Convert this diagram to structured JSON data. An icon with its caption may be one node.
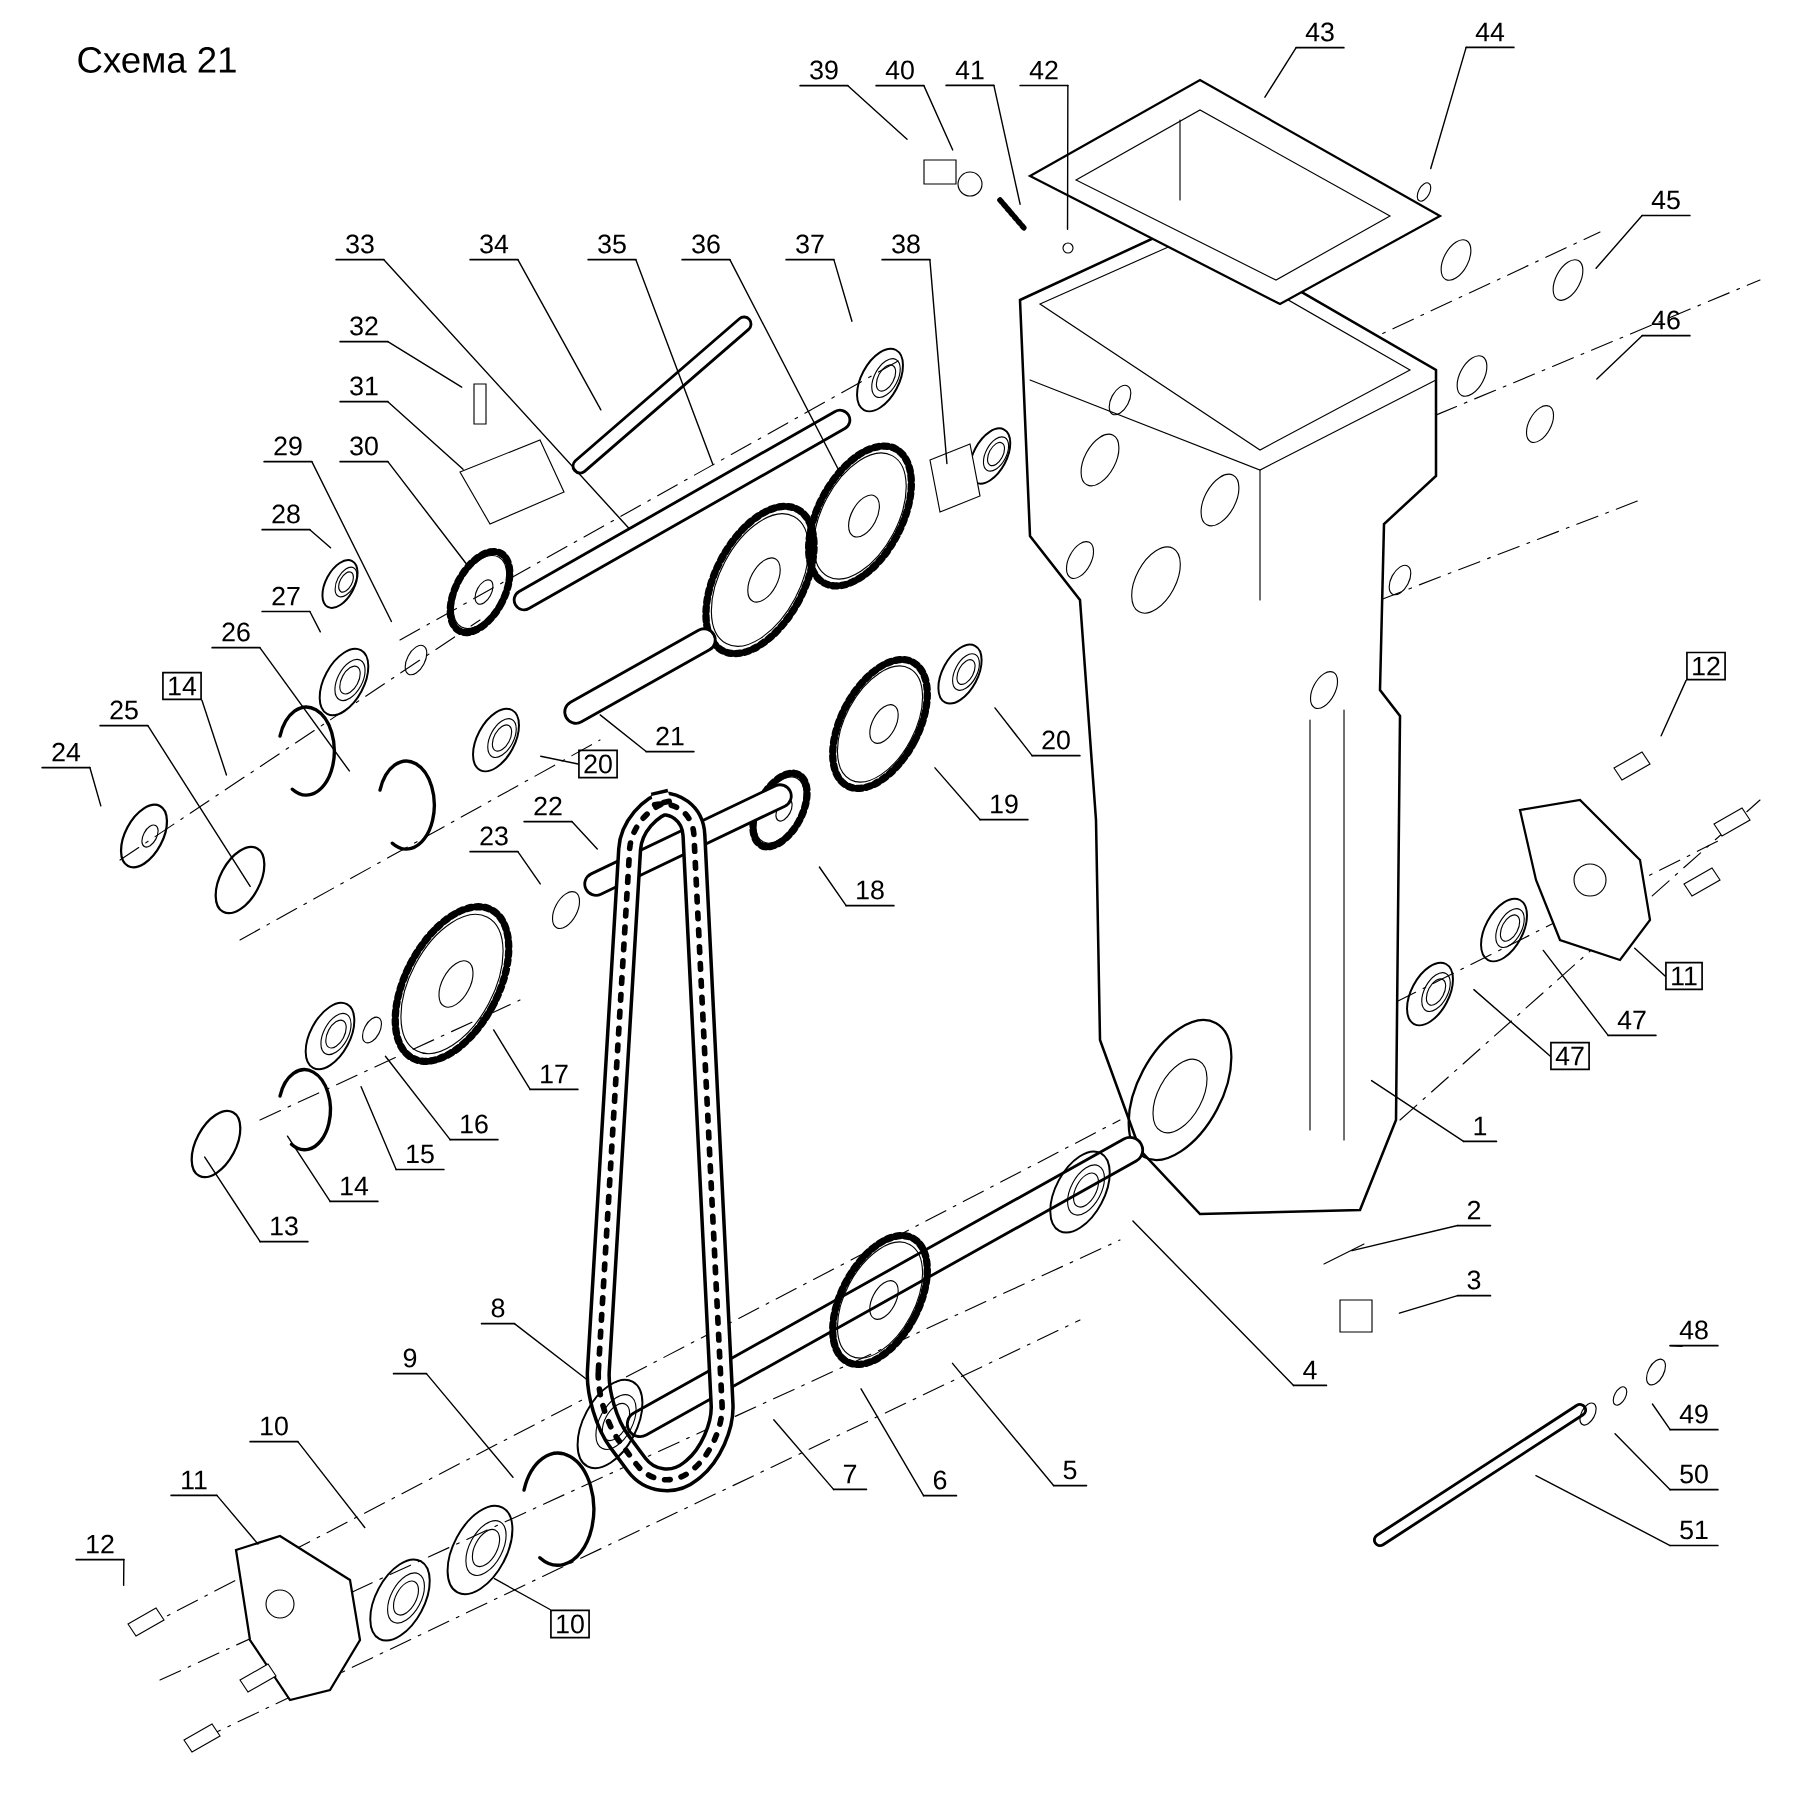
{
  "diagram": {
    "title": "Схема 21",
    "nodes": [
      {
        "text": [
          "1"
        ]
      },
      {
        "text": [
          "2"
        ]
      },
      {
        "text": [
          "3"
        ]
      },
      {
        "text": [
          "4"
        ]
      },
      {
        "text": [
          "5"
        ]
      },
      {
        "text": [
          "6"
        ]
      },
      {
        "text": [
          "7"
        ]
      },
      {
        "text": [
          "8"
        ]
      },
      {
        "text": [
          "9"
        ]
      },
      {
        "text": [
          "10"
        ]
      },
      {
        "text": [
          "10"
        ]
      },
      {
        "text": [
          "11"
        ]
      },
      {
        "text": [
          "11"
        ]
      },
      {
        "text": [
          "12"
        ]
      },
      {
        "text": [
          "12"
        ]
      },
      {
        "text": [
          "13"
        ]
      },
      {
        "text": [
          "14"
        ]
      },
      {
        "text": [
          "14"
        ]
      },
      {
        "text": [
          "15"
        ]
      },
      {
        "text": [
          "16"
        ]
      },
      {
        "text": [
          "17"
        ]
      },
      {
        "text": [
          "18"
        ]
      },
      {
        "text": [
          "19"
        ]
      },
      {
        "text": [
          "20"
        ]
      },
      {
        "text": [
          "20"
        ]
      },
      {
        "text": [
          "21"
        ]
      },
      {
        "text": [
          "22"
        ]
      },
      {
        "text": [
          "23"
        ]
      },
      {
        "text": [
          "24"
        ]
      },
      {
        "text": [
          "25"
        ]
      },
      {
        "text": [
          "26"
        ]
      },
      {
        "text": [
          "27"
        ]
      },
      {
        "text": [
          "28"
        ]
      },
      {
        "text": [
          "29"
        ]
      },
      {
        "text": [
          "30"
        ]
      },
      {
        "text": [
          "31"
        ]
      },
      {
        "text": [
          "32"
        ]
      },
      {
        "text": [
          "33"
        ]
      },
      {
        "text": [
          "34"
        ]
      },
      {
        "text": [
          "35"
        ]
      },
      {
        "text": [
          "36"
        ]
      },
      {
        "text": [
          "37"
        ]
      },
      {
        "text": [
          "38"
        ]
      },
      {
        "text": [
          "39"
        ]
      },
      {
        "text": [
          "40"
        ]
      },
      {
        "text": [
          "41"
        ]
      },
      {
        "text": [
          "42"
        ]
      },
      {
        "text": [
          "43"
        ]
      },
      {
        "text": [
          "44"
        ]
      },
      {
        "text": [
          "45"
        ]
      },
      {
        "text": [
          "46"
        ]
      },
      {
        "text": [
          "47"
        ]
      },
      {
        "text": [
          "47"
        ]
      },
      {
        "text": [
          "48"
        ]
      },
      {
        "text": [
          "49"
        ]
      },
      {
        "text": [
          "50"
        ]
      },
      {
        "text": [
          "51"
        ]
      }
    ],
    "edges": [
      {
        "from": 0,
        "to": null,
        "arrow": "none"
      },
      {
        "from": 1,
        "to": null,
        "arrow": "none"
      },
      {
        "from": 2,
        "to": null,
        "arrow": "none"
      },
      {
        "from": 3,
        "to": null,
        "arrow": "none"
      },
      {
        "from": 4,
        "to": null,
        "arrow": "none"
      },
      {
        "from": 5,
        "to": null,
        "arrow": "none"
      },
      {
        "from": 6,
        "to": null,
        "arrow": "none"
      },
      {
        "from": 7,
        "to": null,
        "arrow": "none"
      },
      {
        "from": 8,
        "to": null,
        "arrow": "none"
      },
      {
        "from": 9,
        "to": null,
        "arrow": "none"
      },
      {
        "from": 10,
        "to": null,
        "arrow": "none"
      },
      {
        "from": 11,
        "to": null,
        "arrow": "none"
      },
      {
        "from": 12,
        "to": null,
        "arrow": "none"
      },
      {
        "from": 13,
        "to": null,
        "arrow": "none"
      },
      {
        "from": 14,
        "to": null,
        "arrow": "none"
      },
      {
        "from": 15,
        "to": null,
        "arrow": "none"
      },
      {
        "from": 16,
        "to": null,
        "arrow": "none"
      },
      {
        "from": 17,
        "to": null,
        "arrow": "none"
      },
      {
        "from": 18,
        "to": null,
        "arrow": "none"
      },
      {
        "from": 19,
        "to": null,
        "arrow": "none"
      },
      {
        "from": 20,
        "to": null,
        "arrow": "none"
      },
      {
        "from": 21,
        "to": null,
        "arrow": "none"
      },
      {
        "from": 22,
        "to": null,
        "arrow": "none"
      },
      {
        "from": 23,
        "to": null,
        "arrow": "none"
      },
      {
        "from": 24,
        "to": null,
        "arrow": "none"
      },
      {
        "from": 25,
        "to": null,
        "arrow": "none"
      },
      {
        "from": 26,
        "to": null,
        "arrow": "none"
      },
      {
        "from": 27,
        "to": null,
        "arrow": "none"
      },
      {
        "from": 28,
        "to": null,
        "arrow": "none"
      },
      {
        "from": 29,
        "to": null,
        "arrow": "none"
      },
      {
        "from": 30,
        "to": null,
        "arrow": "none"
      },
      {
        "from": 31,
        "to": null,
        "arrow": "none"
      },
      {
        "from": 32,
        "to": null,
        "arrow": "none"
      },
      {
        "from": 33,
        "to": null,
        "arrow": "none"
      },
      {
        "from": 34,
        "to": null,
        "arrow": "none"
      },
      {
        "from": 35,
        "to": null,
        "arrow": "none"
      },
      {
        "from": 36,
        "to": null,
        "arrow": "none"
      },
      {
        "from": 37,
        "to": null,
        "arrow": "none"
      },
      {
        "from": 38,
        "to": null,
        "arrow": "none"
      },
      {
        "from": 39,
        "to": null,
        "arrow": "none"
      },
      {
        "from": 40,
        "to": null,
        "arrow": "none"
      },
      {
        "from": 41,
        "to": null,
        "arrow": "none"
      },
      {
        "from": 42,
        "to": null,
        "arrow": "none"
      },
      {
        "from": 43,
        "to": null,
        "arrow": "none"
      },
      {
        "from": 44,
        "to": null,
        "arrow": "none"
      },
      {
        "from": 45,
        "to": null,
        "arrow": "none"
      },
      {
        "from": 46,
        "to": null,
        "arrow": "none"
      },
      {
        "from": 47,
        "to": null,
        "arrow": "none"
      },
      {
        "from": 48,
        "to": null,
        "arrow": "none"
      },
      {
        "from": 49,
        "to": null,
        "arrow": "none"
      },
      {
        "from": 50,
        "to": null,
        "arrow": "none"
      },
      {
        "from": 51,
        "to": null,
        "arrow": "none"
      },
      {
        "from": 52,
        "to": null,
        "arrow": "none"
      },
      {
        "from": 53,
        "to": null,
        "arrow": "none"
      },
      {
        "from": 54,
        "to": null,
        "arrow": "none"
      },
      {
        "from": 55,
        "to": null,
        "arrow": "none"
      },
      {
        "from": 56,
        "to": null,
        "arrow": "none"
      }
    ]
  }
}
